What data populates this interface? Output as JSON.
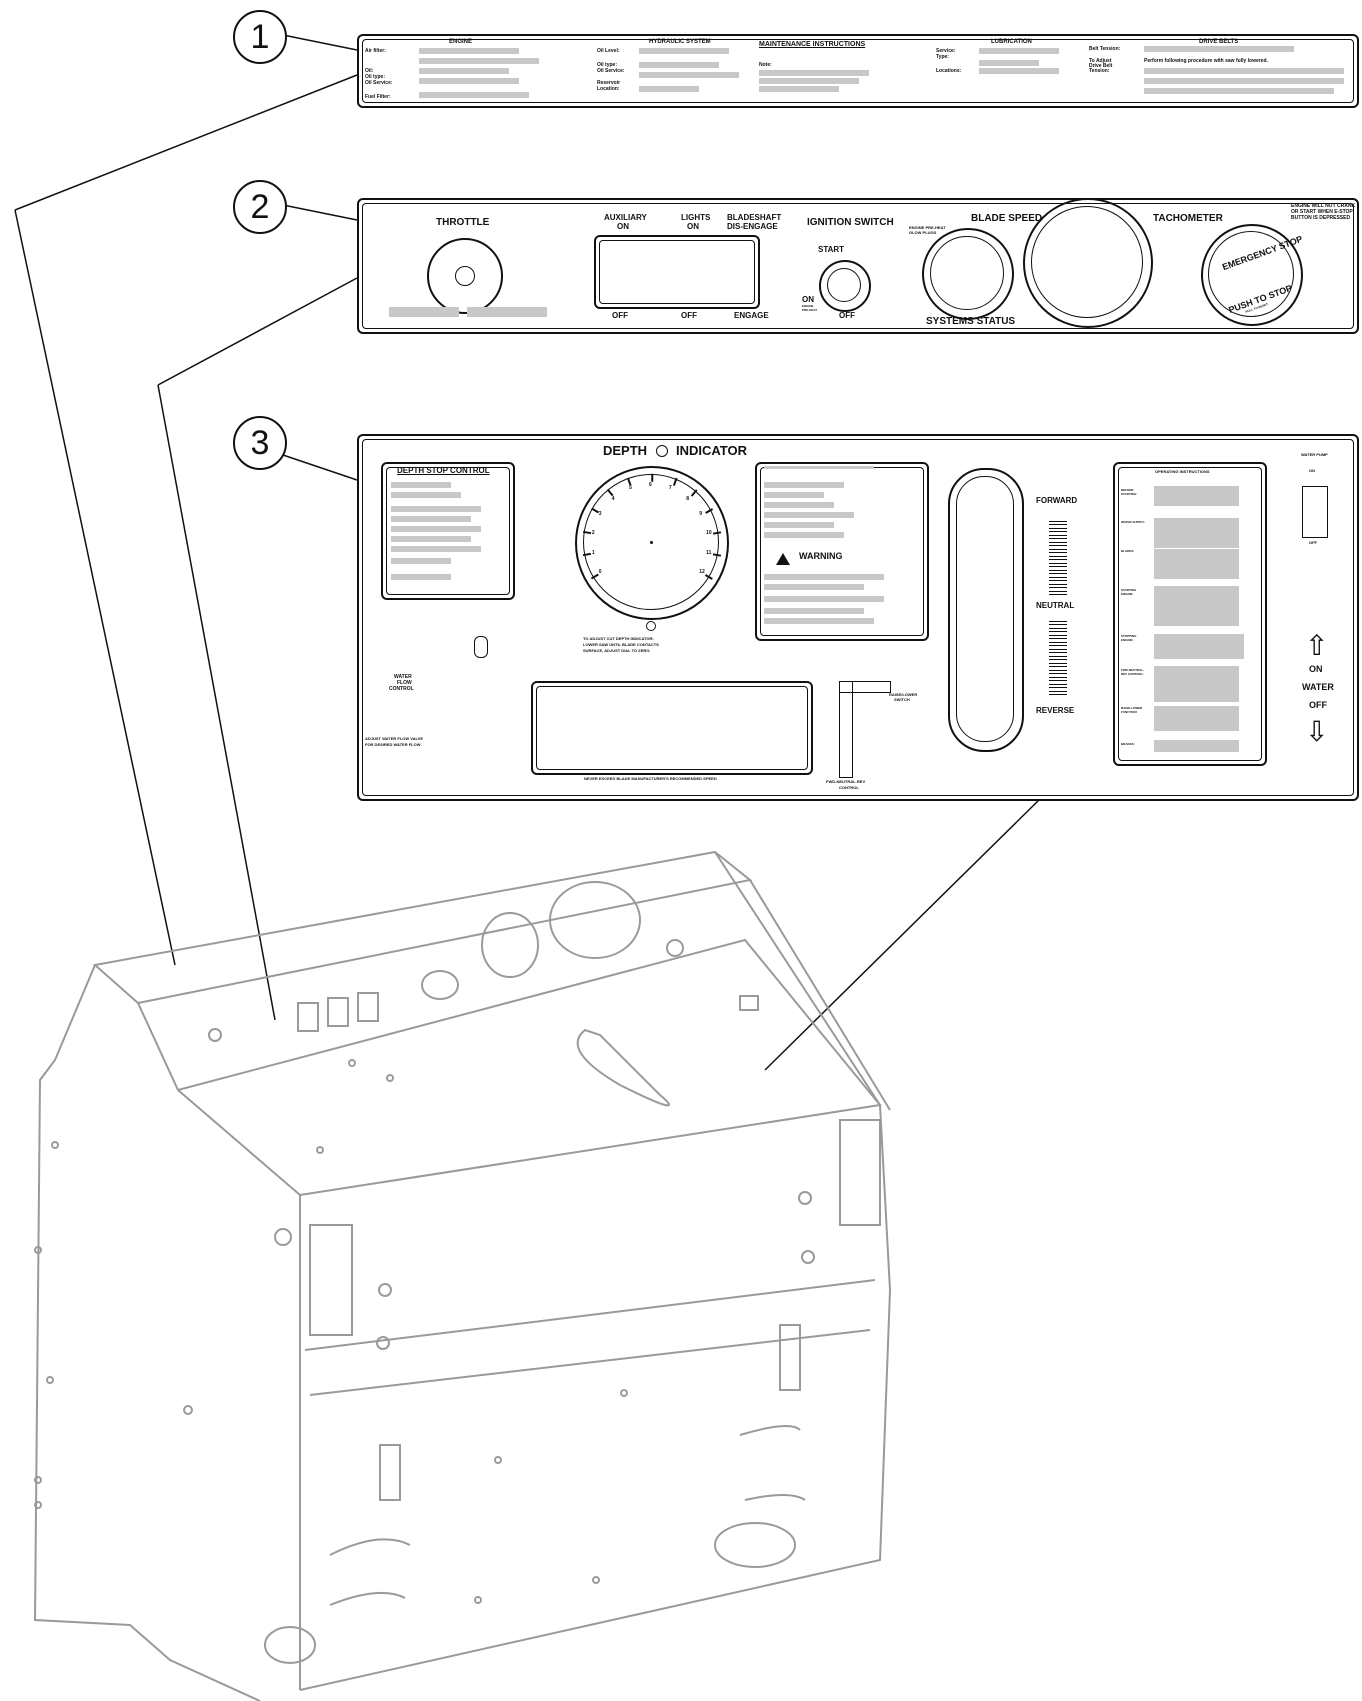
{
  "callouts": [
    "1",
    "2",
    "3"
  ],
  "panel1": {
    "engine": {
      "heading": "ENGINE",
      "air_filter": "Air filter:",
      "oil": "Oil:",
      "oil_type": "Oil type:",
      "oil_service": "Oil Service:",
      "fuel_filter": "Fuel Filter:"
    },
    "hydraulic": {
      "heading": "HYDRAULIC SYSTEM",
      "oil_level": "Oil Level:",
      "oil_type": "Oil type:",
      "oil_service": "Oil Service:",
      "reservoir": "Reservoir",
      "location": "Location:"
    },
    "maintenance": {
      "heading": "MAINTENANCE INSTRUCTIONS",
      "note": "Note:"
    },
    "lubrication": {
      "heading": "LUBRICATION",
      "service": "Service:",
      "type": "Type:",
      "locations": "Locations:"
    },
    "drive_belts": {
      "heading": "DRIVE BELTS",
      "belt_tension": "Belt Tension:",
      "to_adjust_1": "To Adjust",
      "to_adjust_2": "Drive Belt",
      "to_adjust_3": "Tension:",
      "procedure": "Perform following procedure with saw fully lowered."
    }
  },
  "panel2": {
    "throttle": "THROTTLE",
    "auxiliary_1": "AUXILIARY",
    "auxiliary_2": "ON",
    "lights_1": "LIGHTS",
    "lights_2": "ON",
    "bladeshaft_1": "BLADESHAFT",
    "bladeshaft_2": "DIS-ENGAGE",
    "off_1": "OFF",
    "off_2": "OFF",
    "engage": "ENGAGE",
    "ignition": "IGNITION SWITCH",
    "start": "START",
    "ign_on": "ON",
    "ign_on_sub1": "ENGINE",
    "ign_on_sub2": "PRE-HEAT",
    "ign_off": "OFF",
    "blade_speed": "BLADE SPEED",
    "preheat_1": "ENGINE PRE-HEAT",
    "preheat_2": "GLOW PLUGS",
    "systems_status": "SYSTEMS STATUS",
    "tachometer": "TACHOMETER",
    "estop_top": "EMERGENCY STOP",
    "estop_bottom": "PUSH TO STOP",
    "estop_sub": "PULL TO RESET",
    "crank_1": "ENGINE WILL NOT CRANK",
    "crank_2": "OR START WHEN E-STOP",
    "crank_3": "BUTTON IS DEPRESSED"
  },
  "panel3": {
    "depth_stop": "DEPTH STOP CONTROL",
    "depth": "DEPTH",
    "indicator": "INDICATOR",
    "dial_labels": [
      "0",
      "1",
      "2",
      "3",
      "4",
      "5",
      "6",
      "7",
      "8",
      "9",
      "10",
      "11",
      "12"
    ],
    "adjust_1": "TO ADJUST CUT DEPTH INDICATOR:",
    "adjust_2": "LOWER SAW UNTIL BLADE CONTACTS",
    "adjust_3": "SURFACE, ADJUST DIAL TO ZERO.",
    "water_flow_1": "WATER",
    "water_flow_2": "FLOW",
    "water_flow_3": "CONTROL",
    "adjust_water_1": "ADJUST WATER FLOW VALVE",
    "adjust_water_2": "FOR DESIRED WATER FLOW",
    "never_exceed": "NEVER EXCEED BLADE MANUFACTURER'S RECOMMENDED SPEED",
    "warning": "WARNING",
    "forward": "FORWARD",
    "neutral": "NEUTRAL",
    "reverse": "REVERSE",
    "raise_lower_1": "RAISE/LOWER",
    "raise_lower_2": "SWITCH",
    "fwd_neutral_1": "FWD-NEUTRAL-REV",
    "fwd_neutral_2": "CONTROL",
    "operating": "OPERATING INSTRUCTIONS",
    "op_items": [
      "BEFORE STARTING:",
      "WATER SUPPLY:",
      "BLADES:",
      "STARTING ENGINE:",
      "STOPPING ENGINE:",
      "FWD-NEUTRAL-REV CONTROL:",
      "RAISE-LOWER FUNCTION:",
      "BRAKES:"
    ],
    "water_pump": "WATER PUMP",
    "pump_on": "ON",
    "pump_off": "OFF",
    "water_on": "ON",
    "water": "WATER",
    "water_off": "OFF"
  }
}
